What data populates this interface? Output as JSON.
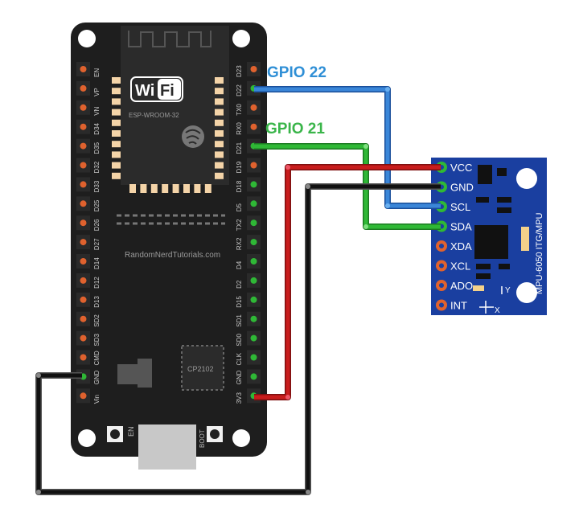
{
  "labels": {
    "gpio22": "GPIO 22",
    "gpio21": "GPIO 21"
  },
  "esp32": {
    "wifi_text": "Wi",
    "wifi_fi": "Fi",
    "module_name": "ESP-WROOM-32",
    "website": "RandomNerdTutorials.com",
    "chip": "CP2102",
    "button_en": "EN",
    "button_boot": "BOOT",
    "left_pins": [
      "EN",
      "VP",
      "VN",
      "D34",
      "D35",
      "D32",
      "D33",
      "D25",
      "D26",
      "D27",
      "D14",
      "D12",
      "D13",
      "SD2",
      "SD3",
      "CMD",
      "GND",
      "Vin"
    ],
    "right_pins": [
      "D23",
      "D22",
      "TX0",
      "RX0",
      "D21",
      "D19",
      "D18",
      "D5",
      "TX2",
      "RX2",
      "D4",
      "D2",
      "D15",
      "SD1",
      "SD0",
      "CLK",
      "GND",
      "3V3"
    ]
  },
  "mpu": {
    "pins": [
      "VCC",
      "GND",
      "SCL",
      "SDA",
      "XDA",
      "XCL",
      "ADO",
      "INT"
    ],
    "board_label": "MPU-6050 ITG/MPU",
    "axis_x": "X",
    "axis_y": "Y"
  },
  "colors": {
    "board": "#1e1e1e",
    "mpu_board": "#1a3fa0",
    "wire_gpio22": "#3a86d8",
    "wire_gpio21": "#2fb836",
    "wire_vcc": "#c81d1d",
    "wire_gnd": "#111111",
    "label_gpio22": "#2f8fd6",
    "label_gpio21": "#3ab54a"
  }
}
